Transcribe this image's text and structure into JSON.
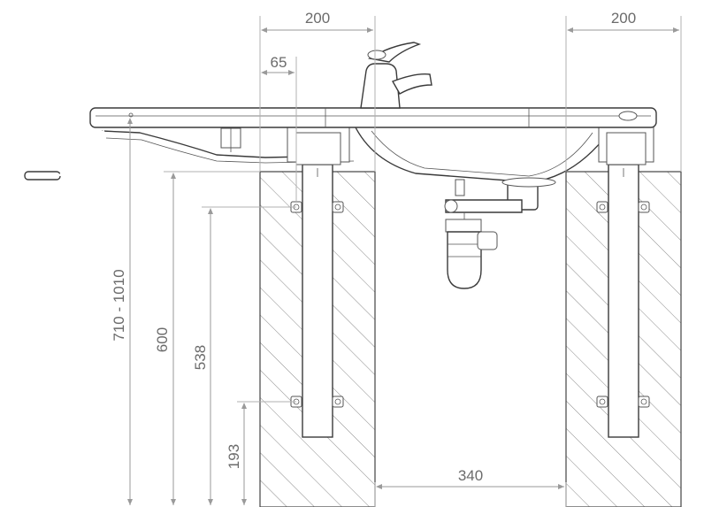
{
  "dimensions": {
    "bracket_width_left": "200",
    "bracket_width_right": "200",
    "bolt_offset": "65",
    "bracket_spacing": "340",
    "height_range": "710 - 1010",
    "height_bracket_top": "600",
    "height_upper_bolts": "538",
    "height_lower_bolts": "193"
  },
  "colors": {
    "line": "#3a3a3a",
    "dimension": "#9a9a9a",
    "text": "#6b6b6b",
    "hatch": "#8a8a8a"
  },
  "icons": [
    "faucet-icon",
    "crank-handle-icon",
    "siphon-trap-icon",
    "bolt-icon"
  ]
}
